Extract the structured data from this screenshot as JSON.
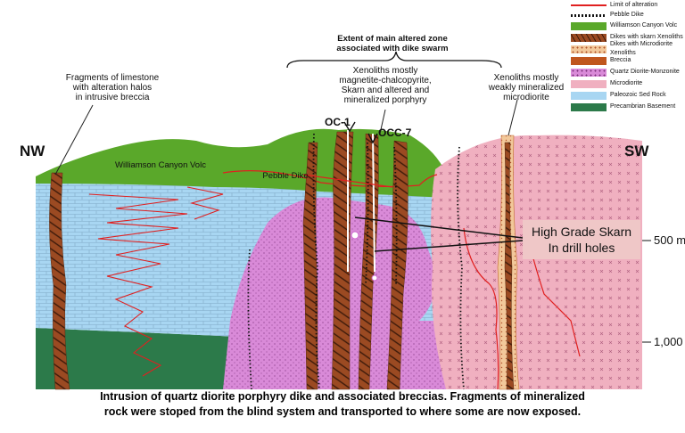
{
  "legend": [
    {
      "label": "Limit of alteration",
      "type": "line",
      "color": "#e02020"
    },
    {
      "label": "Pebble Dike",
      "type": "dots",
      "color": "#111111"
    },
    {
      "label": "Williamson Canyon Volc",
      "type": "fill",
      "color": "#5aa82a"
    },
    {
      "label": "Dikes with skarn Xenoliths",
      "type": "fill",
      "color": "#9b4a22"
    },
    {
      "label": "Dikes with Microdiorite Xenoliths",
      "type": "fill",
      "color": "#f2c89a"
    },
    {
      "label": "Breccia",
      "type": "fill",
      "color": "#c0561e"
    },
    {
      "label": "Quartz Diorite-Monzonite",
      "type": "fill",
      "color": "#d98ad8"
    },
    {
      "label": "Microdiorite",
      "type": "fill",
      "color": "#f0b0c0"
    },
    {
      "label": "Paleozoic Sed Rock",
      "type": "fill",
      "color": "#a8d6f2"
    },
    {
      "label": "Precambrian Basement",
      "type": "fill",
      "color": "#2c7a4a"
    }
  ],
  "zone_label": "Extent of main altered zone\nassociated with dike swarm",
  "labels": {
    "nw": "NW",
    "sw": "SW",
    "fragments_note": "Fragments of limestone\nwith alteration halos\nin intrusive breccia",
    "xenoliths_center": "Xenoliths mostly\nmagnetite-chalcopyrite,\nSkarn and altered and\nmineralized porphyry",
    "xenoliths_right": "Xenoliths mostly\nweakly mineralized\nmicrodiorite",
    "volc": "Williamson Canyon Volc",
    "pebble_dike": "Pebble Dike",
    "hole_oc1": "OC-1",
    "hole_occ7": "OCC-7",
    "high_grade": "High Grade Skarn\nIn drill holes"
  },
  "depth_ticks": [
    "500 m",
    "1,000"
  ],
  "caption": "Intrusion of quartz diorite porphyry dike and associated breccias. Fragments of mineralized\nrock were stoped from the blind system and transported to where some are now exposed.",
  "colors": {
    "volc": "#5aa82a",
    "sed": "#a8d6f2",
    "basement": "#2c7a4a",
    "qdm": "#d98ad8",
    "microdiorite": "#f0b0c0",
    "dike": "#9b4a22",
    "microdike": "#f2c89a",
    "alteration": "#e02020"
  }
}
